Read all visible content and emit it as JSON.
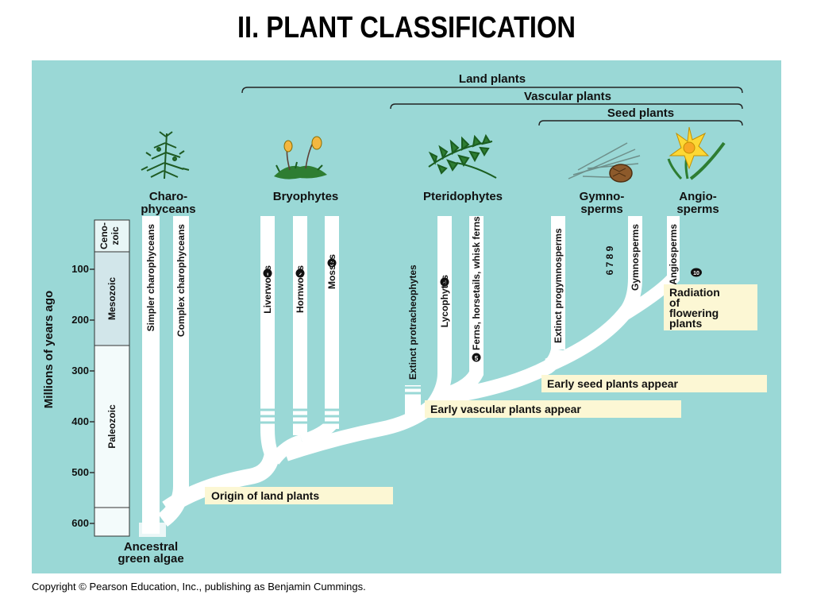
{
  "title": "II.  PLANT CLASSIFICATION",
  "copyright": "Copyright © Pearson Education, Inc., publishing as Benjamin Cummings.",
  "colors": {
    "background": "#9ad8d6",
    "branch": "#ffffff",
    "callout": "#fcf7d4",
    "era_cenozoic": "#e8f6f6",
    "era_mesozoic": "#d2e6ea",
    "era_paleozoic": "#f3fbfb"
  },
  "brackets": {
    "land": "Land plants",
    "vascular": "Vascular plants",
    "seed": "Seed plants"
  },
  "groups": {
    "charophyceans": [
      "Charo-",
      "phyceans"
    ],
    "bryophytes": [
      "Bryophytes"
    ],
    "pteridophytes": [
      "Pteridophytes"
    ],
    "gymnosperms": [
      "Gymno-",
      "sperms"
    ],
    "angiosperms": [
      "Angio-",
      "sperms"
    ]
  },
  "lineages": {
    "simpler_charophyceans": "Simpler charophyceans",
    "complex_charophyceans": "Complex charophyceans",
    "liverworts": "Liverworts",
    "hornworts": "Hornworts",
    "mosses": "Mosses",
    "extinct_protracheophytes": "Extinct protracheophytes",
    "lycophytes": "Lycophytes",
    "ferns": "Ferns, horsetails, whisk ferns",
    "extinct_progymnosperms": "Extinct progymnosperms",
    "gymnosperms": "Gymnosperms",
    "angiosperms": "Angiosperms"
  },
  "markers": {
    "liverworts": "1",
    "hornworts": "2",
    "mosses": "3",
    "lycophytes": "4",
    "ferns": "5",
    "gymnosperms": "6 7 8 9",
    "angiosperms": "10"
  },
  "axis": {
    "label": "Millions of years ago",
    "ticks": [
      "100",
      "200",
      "300",
      "400",
      "500",
      "600"
    ]
  },
  "eras": {
    "cenozoic": [
      "Ceno-",
      "zoic"
    ],
    "mesozoic": "Mesozoic",
    "paleozoic": "Paleozoic"
  },
  "callouts": {
    "origin": "Origin of land plants",
    "vascular": "Early vascular plants appear",
    "seed": "Early seed plants appear",
    "flowering": [
      "Radiation",
      "of",
      "flowering",
      "plants"
    ]
  },
  "root": [
    "Ancestral",
    "green algae"
  ],
  "icons": [
    "charophycean-icon",
    "moss-sporophyte-icon",
    "fern-frond-icon",
    "pine-cone-icon",
    "daffodil-flower-icon"
  ]
}
